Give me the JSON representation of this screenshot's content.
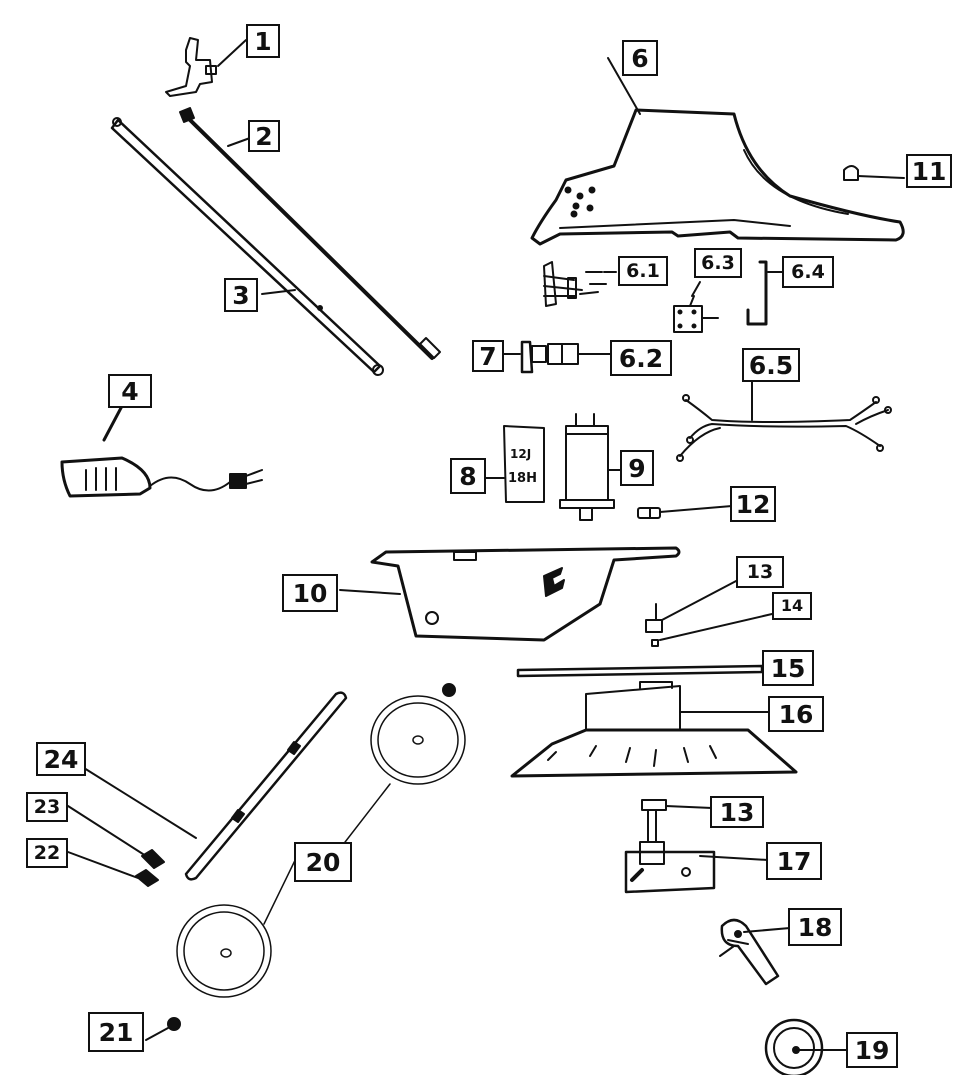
{
  "labels": {
    "p1": "1",
    "p2": "2",
    "p3": "3",
    "p4": "4",
    "p6": "6",
    "p6_1": "6.1",
    "p6_2": "6.2",
    "p6_3": "6.3",
    "p6_4": "6.4",
    "p6_5": "6.5",
    "p7": "7",
    "p8": "8",
    "p9": "9",
    "p10": "10",
    "p11": "11",
    "p12": "12",
    "p13a": "13",
    "p13b": "13",
    "p14": "14",
    "p15": "15",
    "p16": "16",
    "p17": "17",
    "p18": "18",
    "p19": "19",
    "p20": "20",
    "p21": "21",
    "p22": "22",
    "p23": "23",
    "p24": "24"
  },
  "capacitor_marking": {
    "line1": "12J",
    "line2": "18H"
  },
  "colors": {
    "ink": "#111111",
    "background": "#ffffff"
  }
}
